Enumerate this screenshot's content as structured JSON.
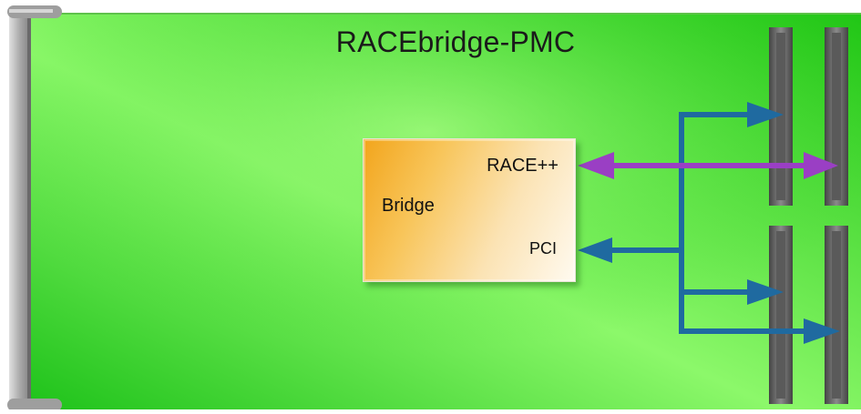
{
  "diagram": {
    "title": "RACEbridge-PMC",
    "chip": {
      "name": "Bridge",
      "ports": {
        "race": "RACE++",
        "pci": "PCI"
      }
    },
    "colors": {
      "board_green": "#2ecf1e",
      "board_highlight": "#8cf86a",
      "chip_orange": "#f2a51c",
      "race_link": "#9a3fc4",
      "pci_link": "#1f6aa0",
      "connector_gray": "#6e6e6e",
      "bracket_gray": "#9a9a9a"
    },
    "links": [
      {
        "from": "RACE++",
        "kind": "bidirectional"
      },
      {
        "from": "PCI",
        "kind": "bus"
      }
    ]
  }
}
